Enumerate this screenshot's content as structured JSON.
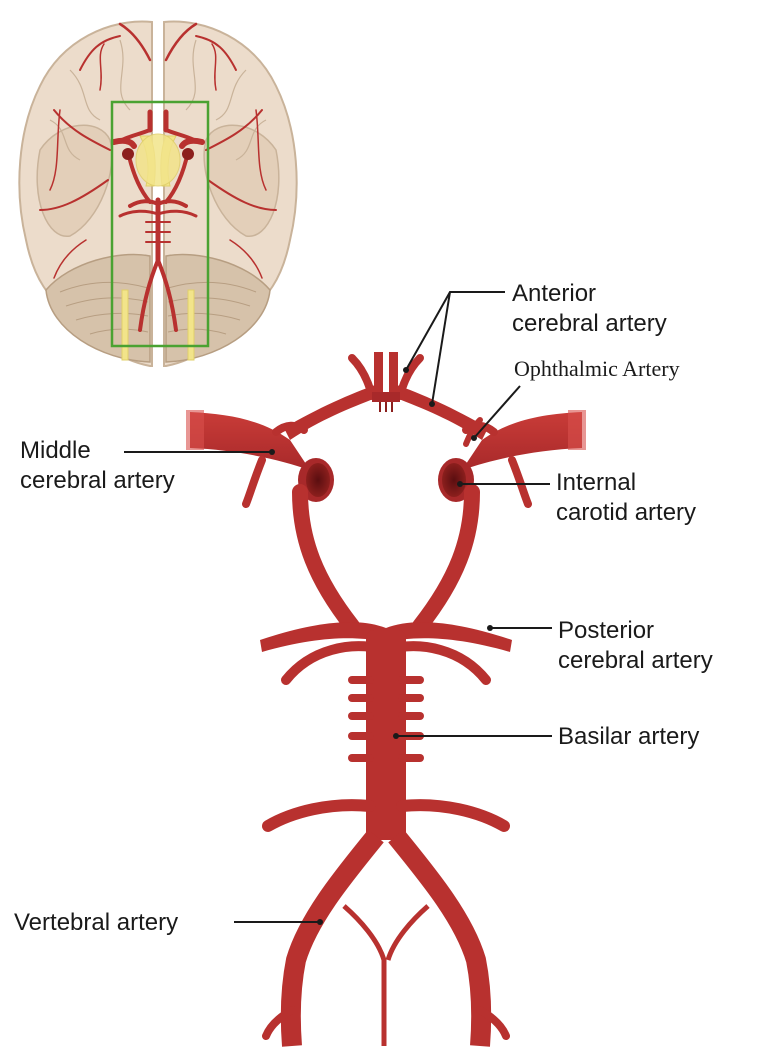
{
  "labels": {
    "anterior_line1": "Anterior",
    "anterior_line2": "cerebral artery",
    "ophthalmic": "Ophthalmic Artery",
    "middle_line1": "Middle",
    "middle_line2": "cerebral artery",
    "internal_line1": "Internal",
    "internal_line2": "carotid artery",
    "posterior_line1": "Posterior",
    "posterior_line2": "cerebral artery",
    "basilar": "Basilar artery",
    "vertebral": "Vertebral artery"
  },
  "colors": {
    "artery": "#b8312f",
    "artery_dark": "#8c1f1d",
    "artery_light": "#d8504c",
    "brain": "#ecdccb",
    "brain_shadow": "#d8c3ab",
    "cerebellum": "#d6c2aa",
    "nerve": "#f2e48a",
    "inset_box": "#4aa232"
  }
}
